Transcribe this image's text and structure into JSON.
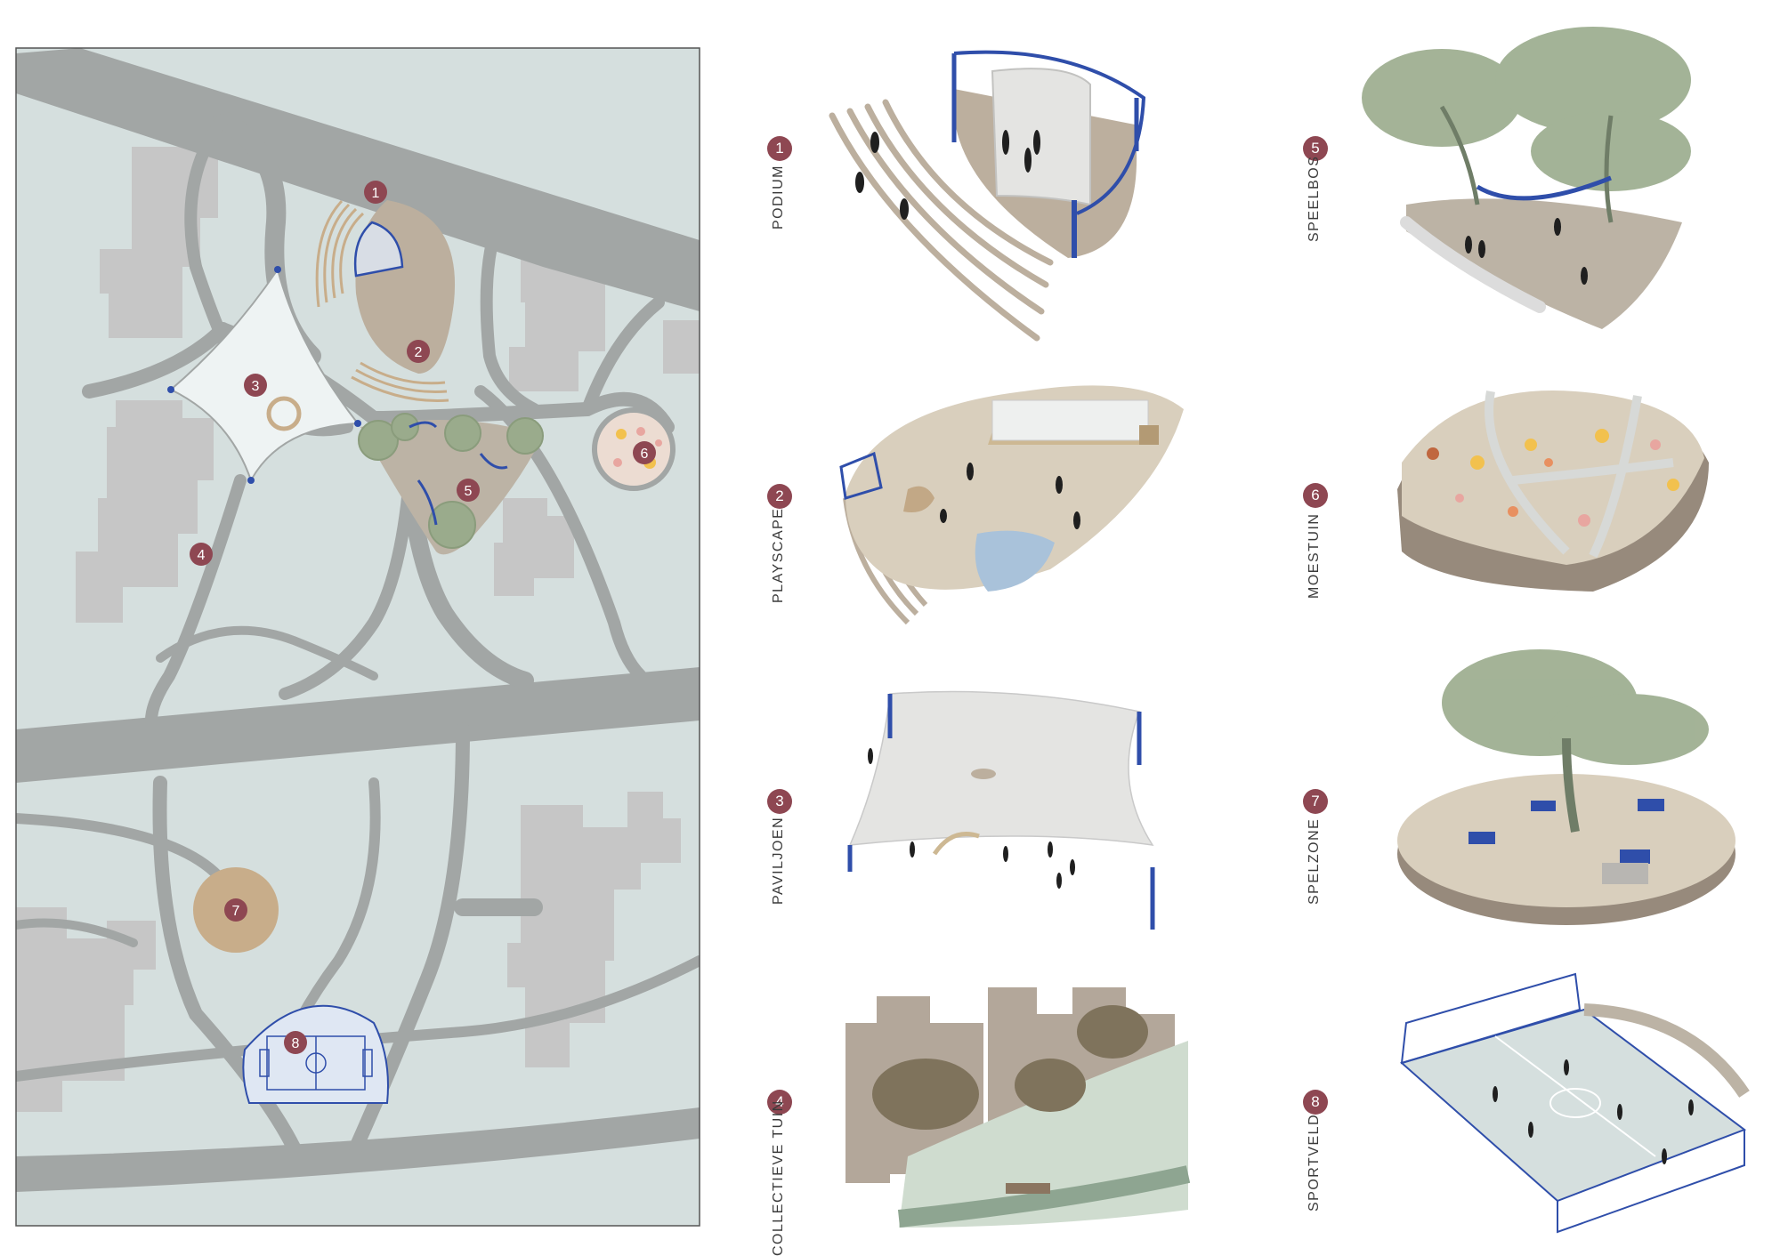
{
  "colors": {
    "accent": "#8e4752",
    "map_bg": "#d5dfde",
    "path": "#a2a6a5",
    "building": "#c6c6c6",
    "pavilion": "#eef3f3",
    "wood": "#c8ad8a",
    "blue": "#2f4eaa",
    "foliage": "#9aab8c"
  },
  "map": {
    "markers": [
      "1",
      "2",
      "3",
      "4",
      "5",
      "6",
      "7",
      "8"
    ]
  },
  "zones": [
    {
      "number": "1",
      "label": "PODIUM",
      "icon": "podium-illustration"
    },
    {
      "number": "2",
      "label": "PLAYSCAPE",
      "icon": "playscape-illustration"
    },
    {
      "number": "3",
      "label": "PAVILJOEN",
      "icon": "pavilion-illustration"
    },
    {
      "number": "4",
      "label": "COLLECTIEVE TUIN",
      "icon": "garden-illustration"
    },
    {
      "number": "5",
      "label": "SPEELBOS",
      "icon": "play-forest-illustration"
    },
    {
      "number": "6",
      "label": "MOESTUIN",
      "icon": "vegetable-garden-illustration"
    },
    {
      "number": "7",
      "label": "SPELZONE",
      "icon": "play-zone-illustration"
    },
    {
      "number": "8",
      "label": "SPORTVELD",
      "icon": "sports-field-illustration"
    }
  ]
}
